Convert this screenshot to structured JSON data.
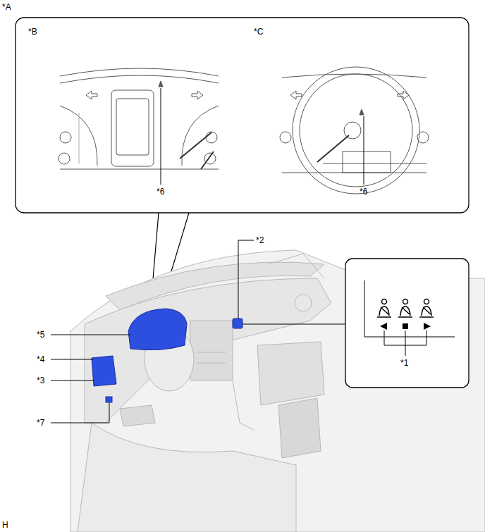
{
  "diagram": {
    "labels": [
      "*A",
      "*B",
      "*C",
      "*6",
      "*6",
      "*2",
      "*5",
      "*4",
      "*3",
      "*7",
      "*1",
      "H"
    ]
  }
}
